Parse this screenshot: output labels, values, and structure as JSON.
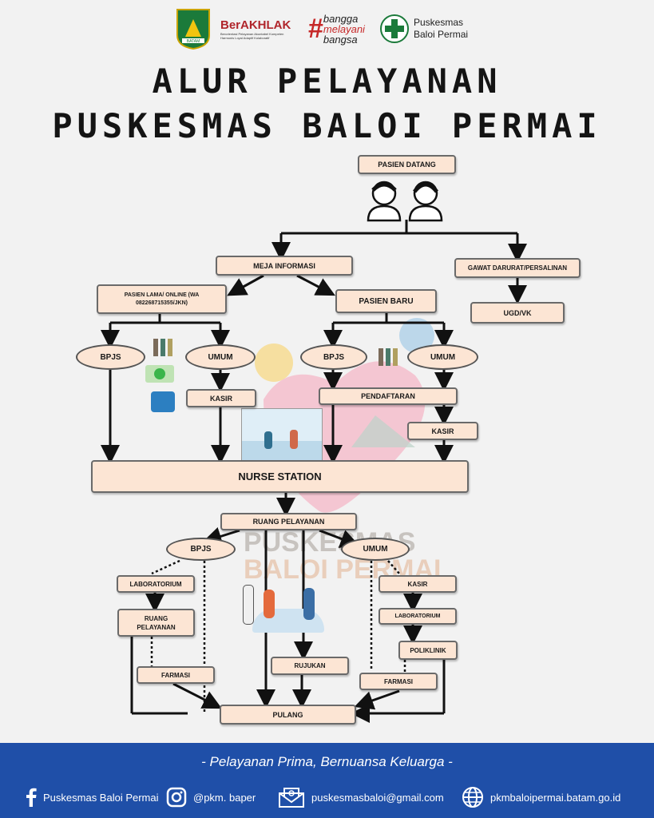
{
  "logos": {
    "berakhlak_title": "BerAKHLAK",
    "berakhlak_sub": "Berorientasi Pelayanan Akuntabel Kompeten Harmonis Loyal Adaptif Kolaboratif",
    "bangga": [
      "bangga",
      "melayani",
      "bangsa"
    ],
    "puskesmas_name": [
      "Puskesmas",
      "Baloi Permai"
    ],
    "batam_label": "BATAM"
  },
  "title": {
    "line1": "ALUR PELAYANAN",
    "line2": "PUSKESMAS BALOI PERMAI"
  },
  "flow": {
    "pasien_datang": "PASIEN DATANG",
    "meja_informasi": "MEJA INFORMASI",
    "gawat_darurat": "GAWAT DARURAT/PERSALINAN",
    "ugd": "UGD/VK",
    "pasien_lama": "PASIEN LAMA/ ONLINE (WA 082268715355/JKN)",
    "pasien_baru": "PASIEN BARU",
    "bpjs": "BPJS",
    "umum": "UMUM",
    "kasir": "KASIR",
    "pendaftaran": "PENDAFTARAN",
    "nurse_station": "NURSE STATION",
    "ruang_pelayanan": "RUANG PELAYANAN",
    "laboratorium": "LABORATORIUM",
    "ruang_pelayanan_2": "RUANG PELAYANAN",
    "farmasi": "FARMASI",
    "rujukan": "RUJUKAN",
    "poliklinik": "POLIKLINIK",
    "pulang": "PULANG"
  },
  "watermark": {
    "line1": "PUSKESMAS",
    "line2": "BALOI PERMAI"
  },
  "footer": {
    "tagline": "- Pelayanan Prima, Bernuansa Keluarga -",
    "facebook": "Puskesmas Baloi Permai",
    "instagram": "@pkm. baper",
    "email": "puskesmasbaloi@gmail.com",
    "website": "pkmbaloipermai.batam.go.id"
  },
  "colors": {
    "box_fill": "#fce5d4",
    "footer_bg": "#1f4fa8",
    "arrow": "#111111"
  }
}
